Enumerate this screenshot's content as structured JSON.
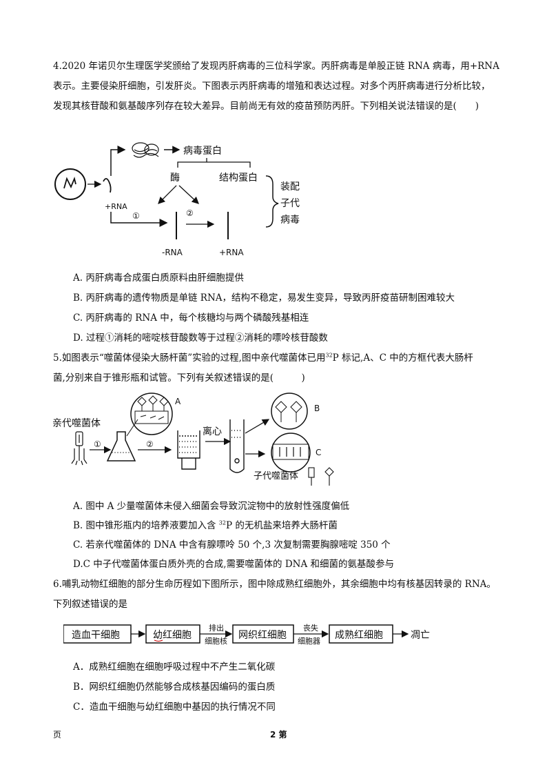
{
  "q4": {
    "line1": "4.2020 年诺贝尔生理医学奖颁给了发现丙肝病毒的三位科学家。丙肝病毒是单股正链 RNA 病毒，用+RNA",
    "line2": "表示。主要侵染肝细胞，引发肝炎。下图表示丙肝病毒的增殖和表达过程。对多个丙肝病毒进行分析比较，",
    "line3": "发现其核苷酸和氨基酸序列存在较大差异。目前尚无有效的疫苗预防丙肝。下列相关说法错误的是(　　)",
    "diagram": {
      "viral_protein": "病毒蛋白",
      "enzyme": "酶",
      "structural_protein": "结构蛋白",
      "assemble_1": "装配",
      "assemble_2": "子代",
      "assemble_3": "病毒",
      "plus_rna_left": "+RNA",
      "step1": "①",
      "step2": "②",
      "minus_rna": "-RNA",
      "plus_rna_right": "+RNA"
    },
    "options": [
      "A. 丙肝病毒合成蛋白质原料由肝细胞提供",
      "B. 丙肝病毒的遗传物质是单链 RNA，结构不稳定，易发生变异，导致丙肝疫苗研制困难较大",
      "C. 丙肝病毒的 RNA 中，每个核糖均与两个磷酸残基相连",
      "D. 过程①消耗的嘧啶核苷酸数等于过程②消耗的嘌呤核苷酸数"
    ]
  },
  "q5": {
    "line1_pre": "5.如图表示“噬菌体侵染大肠杆菌”实验的过程,图中亲代噬菌体已用",
    "line1_sup": "32",
    "line1_post": "P 标记,A、C 中的方框代表大肠杆",
    "line2": "菌,分别来自于锥形瓶和试管。下列有关叙述错误的是(　　　)",
    "diagram": {
      "parent_phage": "亲代噬菌体",
      "label_a": "A",
      "label_b": "B",
      "label_c": "C",
      "step1": "①",
      "step2": "②",
      "centrifuge": "离心",
      "child_phage": "子代噬菌体"
    },
    "optA": "A. 图中 A 少量噬菌体未侵入细菌会导致沉淀物中的放射性强度偏低",
    "optB_pre": "B. 图中锥形瓶内的培养液要加入含 ",
    "optB_sup": "32",
    "optB_post": "P 的无机盐来培养大肠杆菌",
    "optC": "C. 若亲代噬菌体的 DNA 中含有腺嘌呤 50 个,3 次复制需要胸腺嘧啶 350 个",
    "optD": "D.C 中子代噬菌体蛋白质外壳的合成,需要噬菌体的 DNA 和细菌的氨基酸参与"
  },
  "q6": {
    "line1": "6.哺乳动物红细胞的部分生命历程如下图所示，图中除成熟红细胞外，其余细胞中均有核基因转录的 RNA。",
    "line2": "下列叙述错误的是",
    "flow": {
      "stem_cell": "造血干细胞",
      "young_rbc": "幼红细胞",
      "expel_1": "排出",
      "expel_2": "细胞核",
      "reticulocyte": "网织红细胞",
      "lose_1": "丧失",
      "lose_2": "细胞器",
      "mature_rbc": "成熟红细胞",
      "death": "凋亡"
    },
    "options": [
      "A．成熟红细胞在细胞呼吸过程中不产生二氧化碳",
      "B．网织红细胞仍然能够合成核基因编码的蛋白质",
      "C．造血干细胞与幼红细胞中基因的执行情况不同"
    ]
  },
  "footer": {
    "left": "页",
    "center": "2 第"
  }
}
